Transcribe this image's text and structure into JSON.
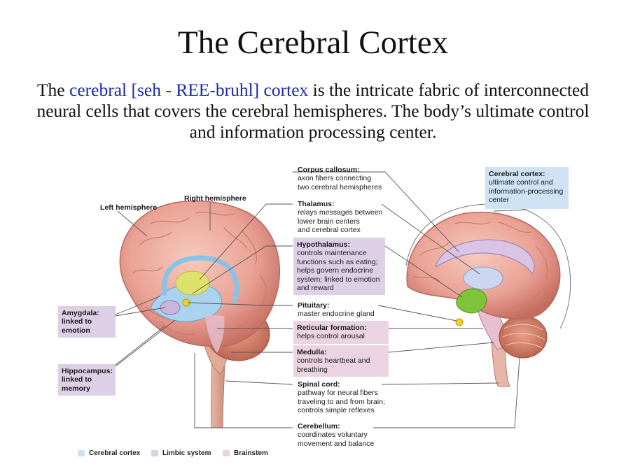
{
  "slide": {
    "title": "The Cerebral Cortex",
    "intro": {
      "before": "The ",
      "term": "cerebral [seh - REE-bruhl] cortex",
      "after": " is the intricate fabric of interconnected neural cells that covers the cerebral hemispheres. The body’s ultimate control and information processing center."
    },
    "colors": {
      "term": "#1a2aa8",
      "cortex": "#cfe2f3",
      "limbic": "#ddd0e6",
      "brainstem": "#ecd3e2"
    }
  },
  "diagram": {
    "left_labels": {
      "left_hemisphere": "Left hemisphere",
      "right_hemisphere": "Right hemisphere",
      "amygdala": {
        "title": "Amygdala:",
        "lines": [
          "linked to",
          "emotion"
        ]
      },
      "hippocampus": {
        "title": "Hippocampus:",
        "lines": [
          "linked to",
          "memory"
        ]
      }
    },
    "center_labels": [
      {
        "key": "corpus",
        "title": "Corpus callosum:",
        "lines": [
          "axon fibers connecting",
          "two cerebral hemispheres"
        ]
      },
      {
        "key": "thalamus",
        "title": "Thalamus:",
        "lines": [
          "relays messages between",
          "lower brain centers",
          "and cerebral cortex"
        ]
      },
      {
        "key": "hypothalamus",
        "title": "Hypothalamus:",
        "lines": [
          "controls maintenance",
          "functions such as eating;",
          "helps govern endocrine",
          "system; linked to emotion",
          "and reward"
        ]
      },
      {
        "key": "pituitary",
        "title": "Pituitary:",
        "lines": [
          "master endocrine gland"
        ]
      },
      {
        "key": "reticular",
        "title": "Reticular formation:",
        "lines": [
          "helps control arousal"
        ]
      },
      {
        "key": "medulla",
        "title": "Medulla:",
        "lines": [
          "controls heartbeat and",
          "breathing"
        ]
      },
      {
        "key": "spinal",
        "title": "Spinal cord:",
        "lines": [
          "pathway for neural fibers",
          "traveling to and from brain;",
          "controls simple reflexes"
        ]
      },
      {
        "key": "cerebellum",
        "title": "Cerebellum:",
        "lines": [
          "coordinates voluntary",
          "movement and balance"
        ]
      }
    ],
    "cortex_label": {
      "title": "Cerebral cortex:",
      "lines": [
        "ultimate control and",
        "information-processing",
        "center"
      ]
    },
    "legend": [
      {
        "label": "Cerebral cortex",
        "color": "#cfe2f3"
      },
      {
        "label": "Limbic system",
        "color": "#ddd0e6"
      },
      {
        "label": "Brainstem",
        "color": "#ecd3e2"
      }
    ]
  }
}
